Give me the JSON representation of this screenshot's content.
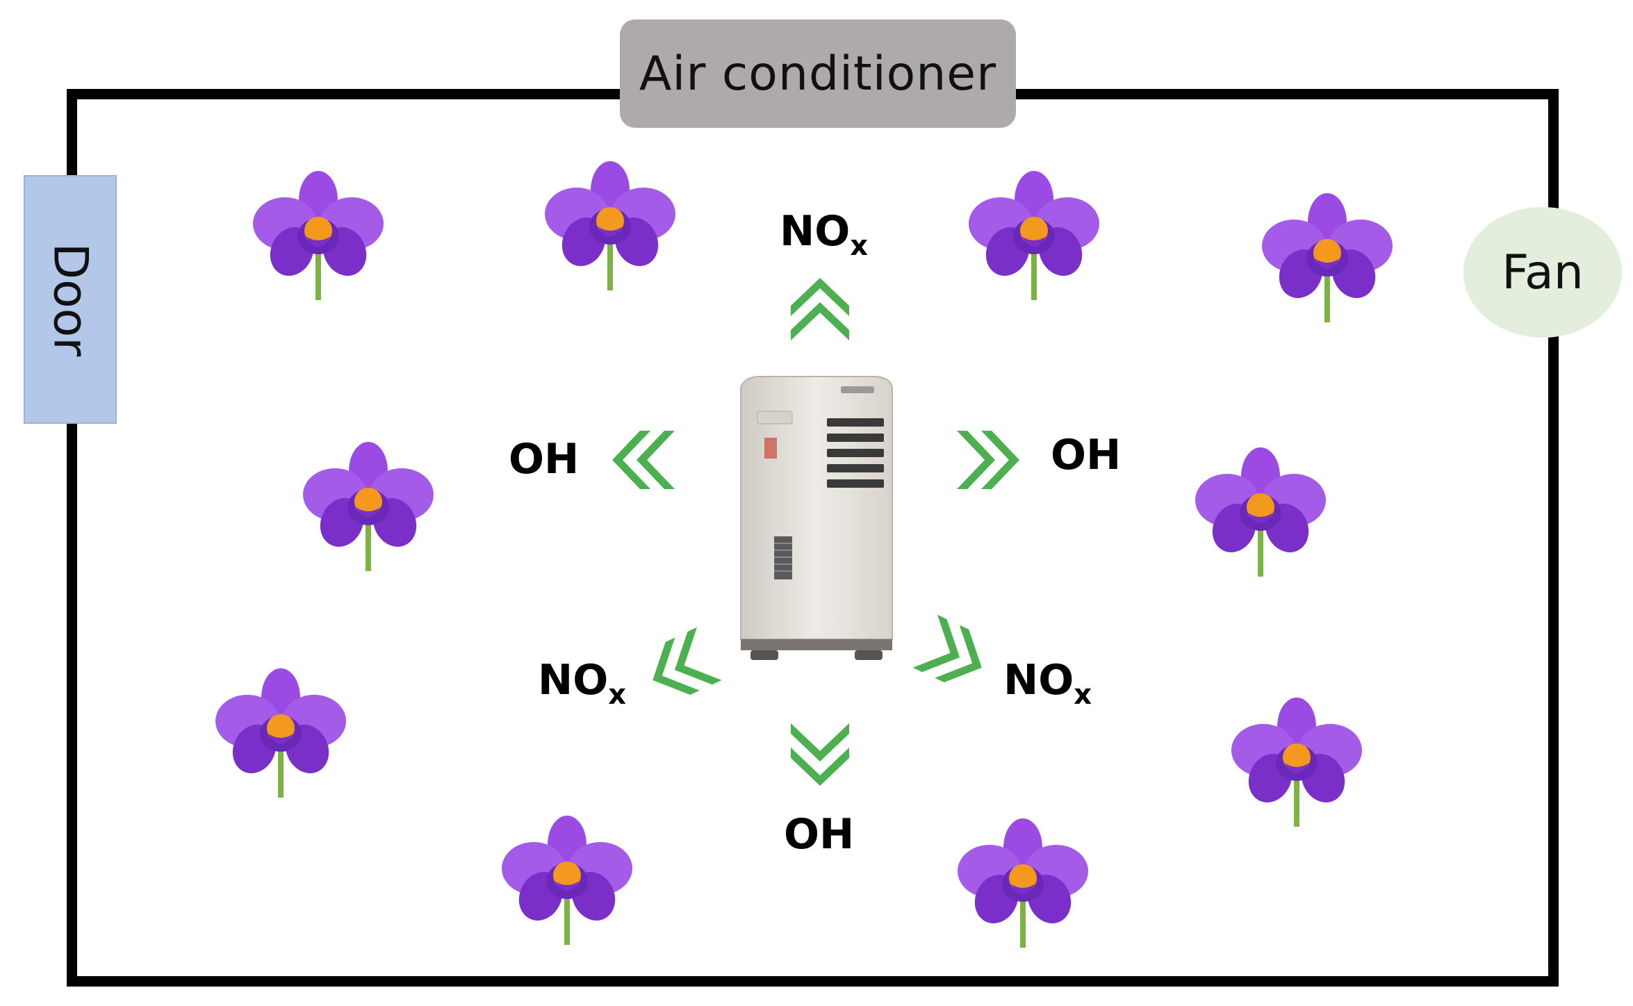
{
  "labels": {
    "air_conditioner": "Air conditioner",
    "door": "Door",
    "fan": "Fan"
  },
  "emissions": {
    "top": {
      "base": "NO",
      "sub": "x"
    },
    "left": {
      "base": "OH",
      "sub": ""
    },
    "right": {
      "base": "OH",
      "sub": ""
    },
    "bottom_left": {
      "base": "NO",
      "sub": "x"
    },
    "bottom_right": {
      "base": "NO",
      "sub": "x"
    },
    "bottom": {
      "base": "OH",
      "sub": ""
    }
  },
  "colors": {
    "petal": "#9b4be3",
    "petal_dark": "#7a2fc8",
    "center": "#f39a1e",
    "stem": "#7cb342",
    "arrow": "#4caf50",
    "ac_label_bg": "#aeaaa9",
    "door_bg": "#b3c8e8",
    "fan_bg": "#e3efdc"
  },
  "icons": {
    "flower": "orchid-icon",
    "arrow": "double-chevron-icon",
    "device": "air-purifier-device"
  }
}
